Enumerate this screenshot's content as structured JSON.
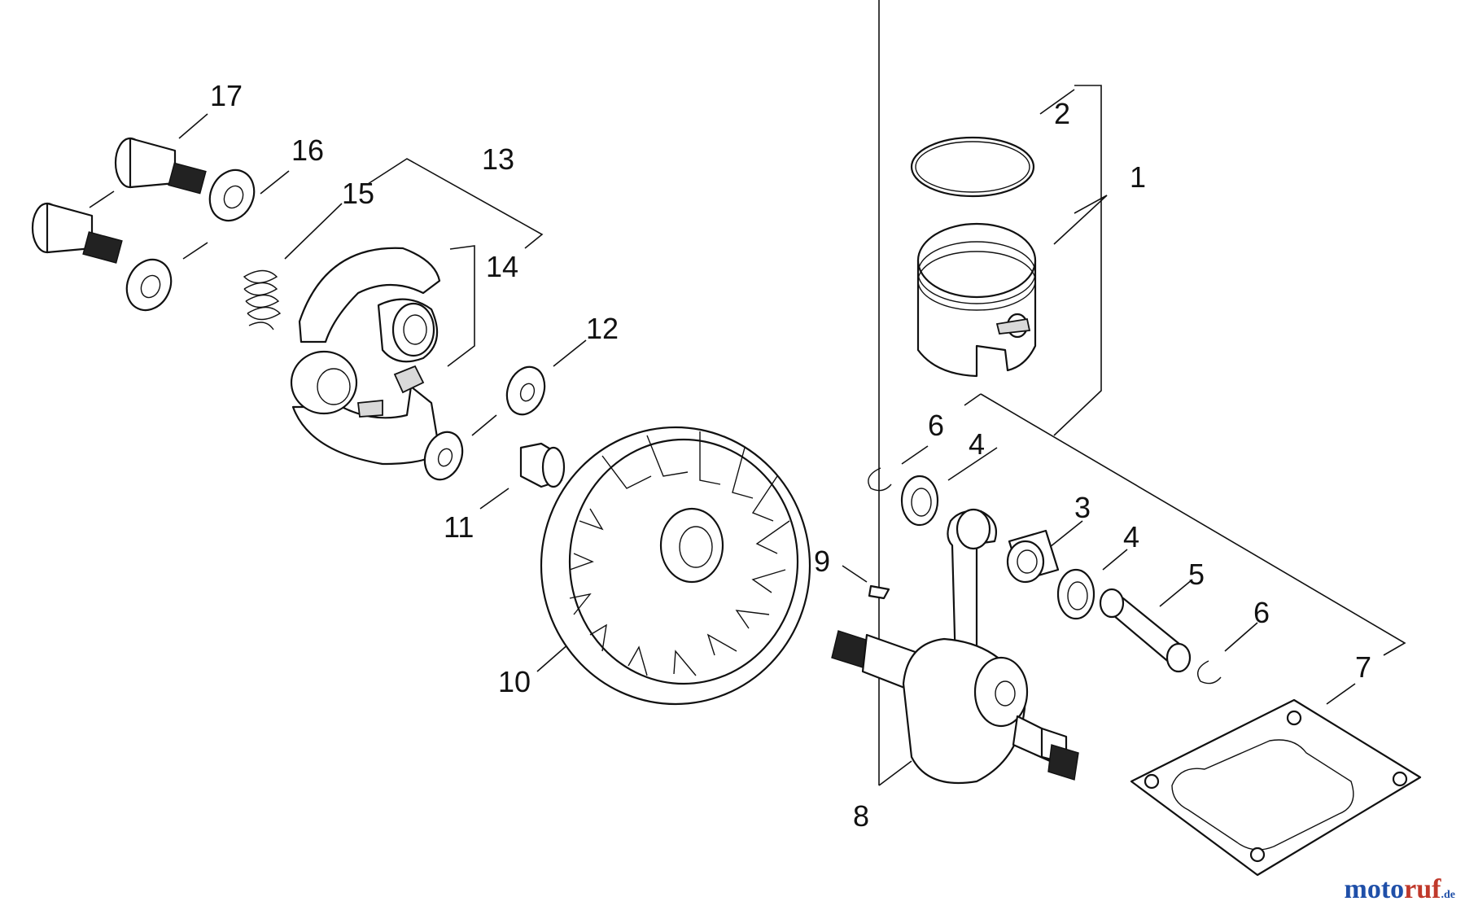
{
  "diagram": {
    "callouts": {
      "c1": "1",
      "c2": "2",
      "c3": "3",
      "c4a": "4",
      "c4b": "4",
      "c5": "5",
      "c6a": "6",
      "c6b": "6",
      "c7": "7",
      "c8": "8",
      "c9": "9",
      "c10": "10",
      "c11": "11",
      "c12": "12",
      "c13": "13",
      "c14": "14",
      "c15": "15",
      "c16": "16",
      "c17": "17"
    },
    "watermark": {
      "main": "moto",
      "accent": "ruf",
      "tld": ".de"
    },
    "colors": {
      "ink": "#111111",
      "watermark_blue": "#1f4fa8",
      "watermark_red": "#c0392b"
    }
  }
}
